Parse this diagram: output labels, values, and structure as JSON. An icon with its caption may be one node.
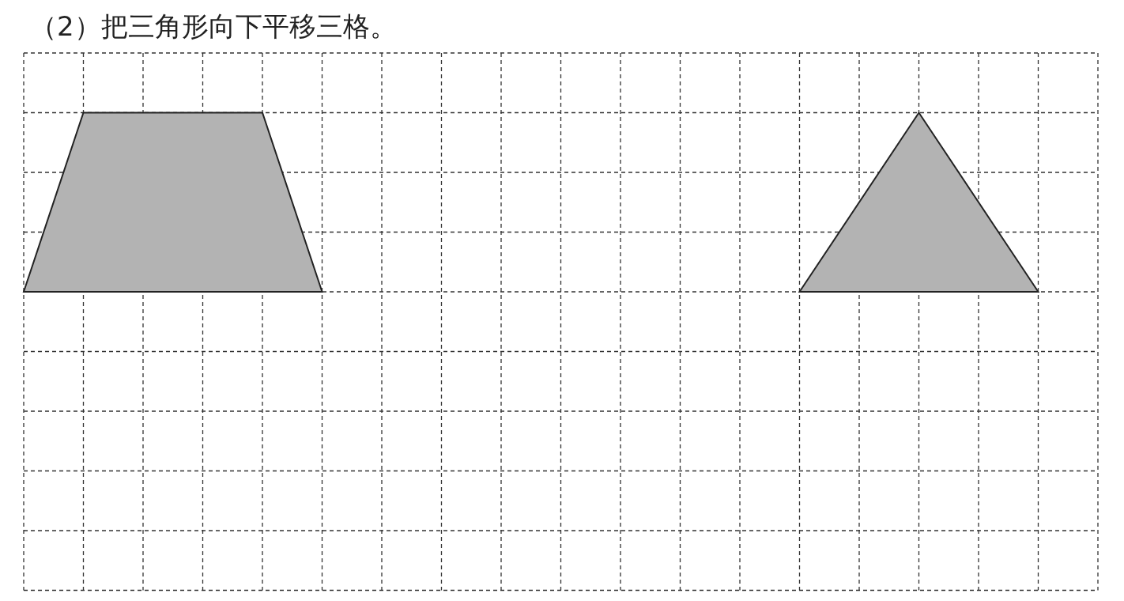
{
  "diagram": {
    "title": "（2）把三角形向下平移三格。",
    "nodes": [
      {
        "text": [],
        "shape": "trapezoid"
      },
      {
        "text": [],
        "shape": "triangle"
      }
    ]
  }
}
